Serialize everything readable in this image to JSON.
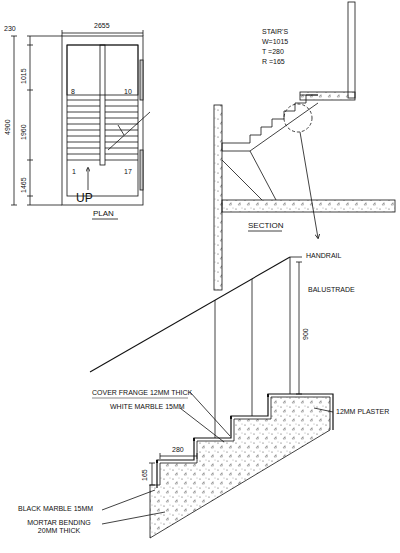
{
  "diagram": {
    "labels": [
      "2655",
      "230",
      "1015",
      "1960",
      "1465",
      "4900",
      "8",
      "10",
      "1",
      "17",
      "UP",
      "PLAN",
      "STAIR'S",
      "W=1015",
      "T =280",
      "R =165",
      "SECTION",
      "HANDRAIL",
      "BALUSTRADE",
      "900",
      "COVER FRANGE 12MM THICK",
      "WHITE MARBLE 15MM",
      "12MM PLASTER",
      "280",
      "165",
      "BLACK MARBLE 15MM",
      "MORTAR BENDING 20MM THICK"
    ]
  }
}
